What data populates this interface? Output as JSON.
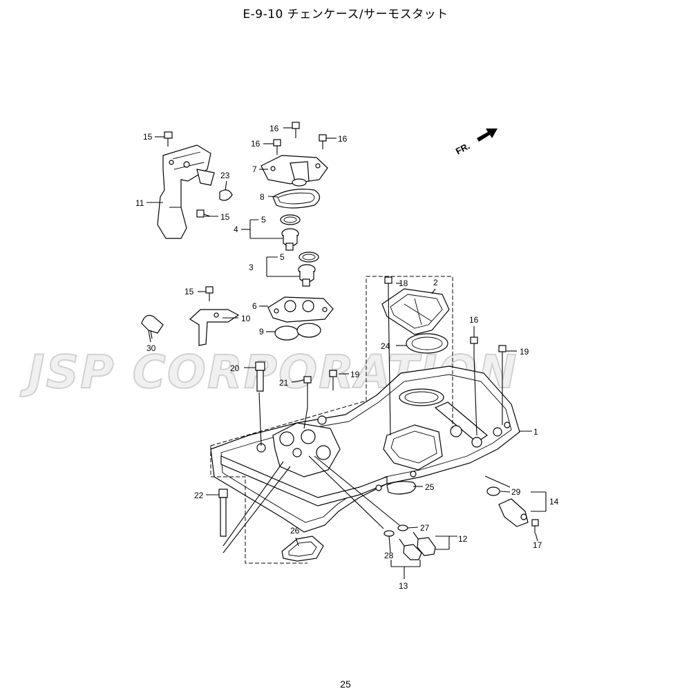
{
  "header": {
    "title": "E-9-10 チェンケース/サーモスタット"
  },
  "watermark": {
    "text": "JSP CORPORATION"
  },
  "direction": {
    "label": "FR."
  },
  "callouts": {
    "c1": "1",
    "c2": "2",
    "c3": "3",
    "c4": "4",
    "c5a": "5",
    "c5b": "5",
    "c6": "6",
    "c7": "7",
    "c8": "8",
    "c9": "9",
    "c10": "10",
    "c11": "11",
    "c12": "12",
    "c13": "13",
    "c14": "14",
    "c15a": "15",
    "c15b": "15",
    "c15c": "15",
    "c16a": "16",
    "c16b": "16",
    "c16c": "16",
    "c16d": "16",
    "c17": "17",
    "c18": "18",
    "c19a": "19",
    "c19b": "19",
    "c20": "20",
    "c21": "21",
    "c22": "22",
    "c23": "23",
    "c24": "24",
    "c25": "25",
    "c26": "26",
    "c27": "27",
    "c28": "28",
    "c29": "29",
    "c30": "30"
  },
  "footer": {
    "page_number": "25"
  }
}
